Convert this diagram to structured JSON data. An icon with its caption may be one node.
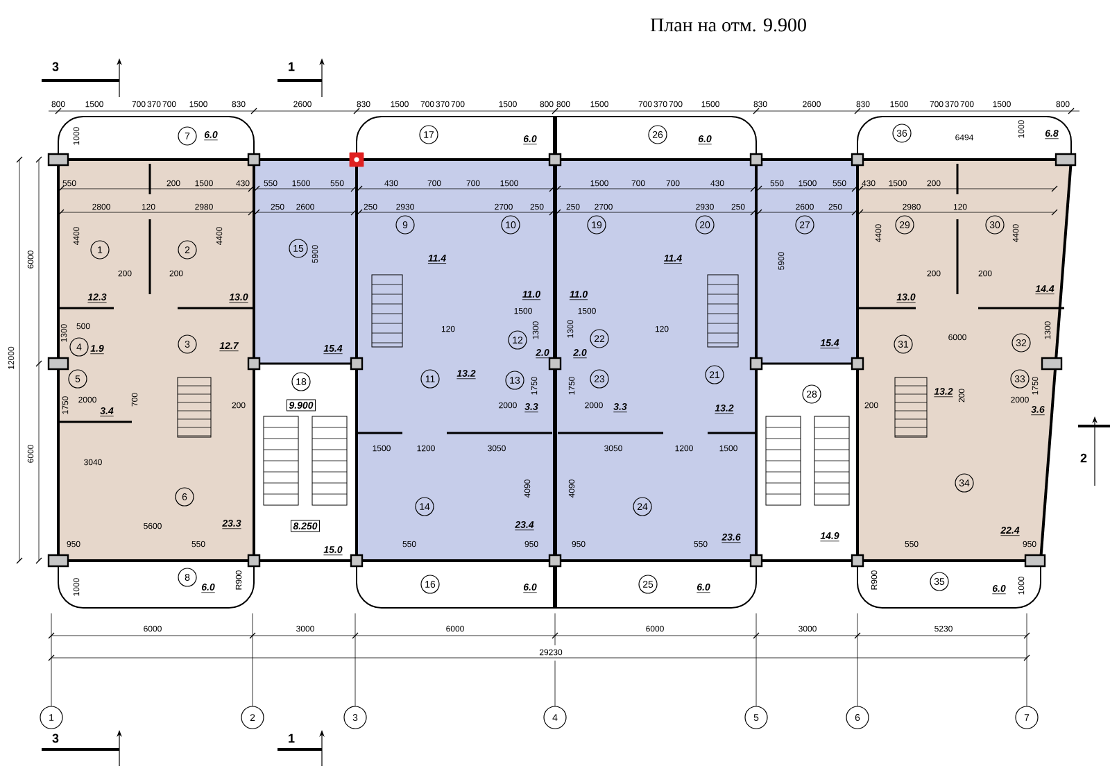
{
  "diagram": {
    "title": "План на отм. 9.900",
    "nodes": [
      {
        "text": [
          "1"
        ]
      },
      {
        "text": [
          "2"
        ]
      },
      {
        "text": [
          "3"
        ]
      },
      {
        "text": [
          "4"
        ]
      },
      {
        "text": [
          "5"
        ]
      },
      {
        "text": [
          "6"
        ]
      },
      {
        "text": [
          "7"
        ]
      },
      {
        "text": [
          "8"
        ]
      },
      {
        "text": [
          "9"
        ]
      },
      {
        "text": [
          "10"
        ]
      },
      {
        "text": [
          "11"
        ]
      },
      {
        "text": [
          "12"
        ]
      },
      {
        "text": [
          "13"
        ]
      },
      {
        "text": [
          "14"
        ]
      },
      {
        "text": [
          "15"
        ]
      },
      {
        "text": [
          "16"
        ]
      },
      {
        "text": [
          "17"
        ]
      },
      {
        "text": [
          "18"
        ]
      },
      {
        "text": [
          "19"
        ]
      },
      {
        "text": [
          "20"
        ]
      },
      {
        "text": [
          "21"
        ]
      },
      {
        "text": [
          "22"
        ]
      },
      {
        "text": [
          "23"
        ]
      },
      {
        "text": [
          "24"
        ]
      },
      {
        "text": [
          "25"
        ]
      },
      {
        "text": [
          "26"
        ]
      },
      {
        "text": [
          "27"
        ]
      },
      {
        "text": [
          "28"
        ]
      },
      {
        "text": [
          "29"
        ]
      },
      {
        "text": [
          "30"
        ]
      },
      {
        "text": [
          "31"
        ]
      },
      {
        "text": [
          "32"
        ]
      },
      {
        "text": [
          "33"
        ]
      },
      {
        "text": [
          "34"
        ]
      },
      {
        "text": [
          "35"
        ]
      },
      {
        "text": [
          "36"
        ]
      },
      {
        "text": [
          "1"
        ]
      },
      {
        "text": [
          "2"
        ]
      },
      {
        "text": [
          "3"
        ]
      },
      {
        "text": [
          "4"
        ]
      },
      {
        "text": [
          "5"
        ]
      },
      {
        "text": [
          "6"
        ]
      },
      {
        "text": [
          "7"
        ]
      }
    ],
    "labels": [
      "800",
      "1500",
      "700",
      "370",
      "700",
      "1500",
      "830",
      "2600",
      "830",
      "1500",
      "700",
      "370",
      "700",
      "1500",
      "800",
      "800",
      "1500",
      "700",
      "370",
      "700",
      "1500",
      "830",
      "2600",
      "830",
      "1500",
      "700",
      "370",
      "700",
      "1500",
      "800",
      "1000",
      "6.0",
      "6.0",
      "6.0",
      "6494",
      "1000",
      "6.8",
      "550",
      "200",
      "1500",
      "430",
      "550",
      "1500",
      "550",
      "430",
      "700",
      "700",
      "1500",
      "1500",
      "700",
      "700",
      "430",
      "550",
      "1500",
      "550",
      "430",
      "1500",
      "200",
      "2800",
      "120",
      "2980",
      "250",
      "2600",
      "250",
      "2930",
      "2700",
      "250",
      "250",
      "2700",
      "2930",
      "250",
      "2600",
      "250",
      "2980",
      "120",
      "6000",
      "4400",
      "4400",
      "5900",
      "5900",
      "4400",
      "4400",
      "11.4",
      "11.4",
      "200",
      "200",
      "200",
      "200",
      "14.4",
      "12.3",
      "13.0",
      "11.0",
      "11.0",
      "13.0",
      "1500",
      "1500",
      "500",
      "1300",
      "120",
      "1300",
      "1300",
      "120",
      "1300",
      "6000",
      "1.9",
      "12.7",
      "15.4",
      "2.0",
      "2.0",
      "15.4",
      "12000",
      "13.2",
      "1750",
      "1750",
      "1750",
      "13.2",
      "200",
      "1750",
      "2000",
      "3.4",
      "700",
      "200",
      "9.900",
      "2000",
      "3.3",
      "2000",
      "3.3",
      "13.2",
      "200",
      "2000",
      "3.6",
      "1500",
      "1200",
      "3050",
      "3050",
      "1200",
      "1500",
      "6000",
      "3040",
      "4090",
      "4090",
      "5600",
      "23.3",
      "8.250",
      "23.4",
      "23.6",
      "14.9",
      "22.4",
      "950",
      "550",
      "550",
      "950",
      "950",
      "550",
      "550",
      "950",
      "15.0",
      "1000",
      "6.0",
      "R900",
      "6.0",
      "6.0",
      "R900",
      "6.0",
      "1000",
      "6000",
      "3000",
      "6000",
      "6000",
      "3000",
      "5230",
      "29230",
      "3",
      "1",
      "2",
      "3",
      "1"
    ]
  }
}
